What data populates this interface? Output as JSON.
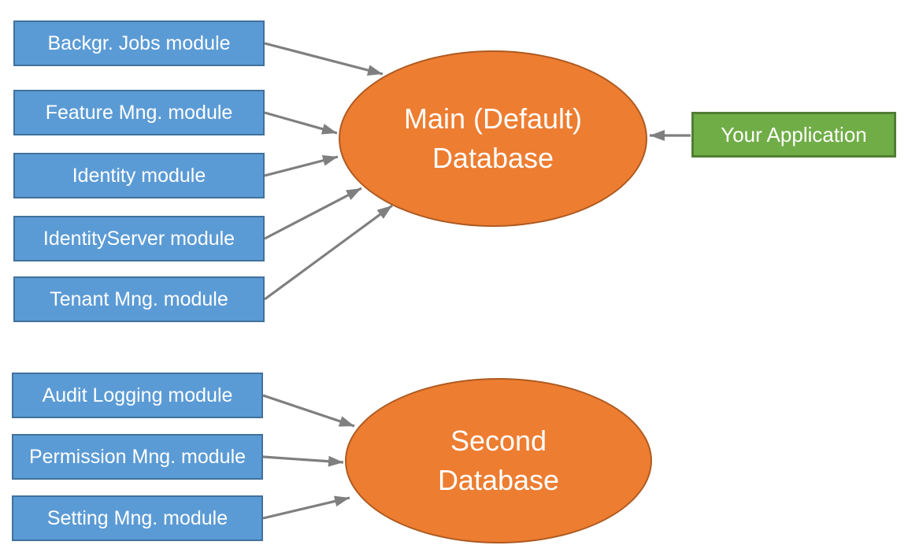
{
  "diagram": {
    "modules": [
      {
        "id": "backgr-jobs",
        "label": "Backgr. Jobs module"
      },
      {
        "id": "feature-mng",
        "label": "Feature Mng. module"
      },
      {
        "id": "identity",
        "label": "Identity module"
      },
      {
        "id": "identity-server",
        "label": "IdentityServer module"
      },
      {
        "id": "tenant-mng",
        "label": "Tenant Mng. module"
      },
      {
        "id": "audit-logging",
        "label": "Audit Logging module"
      },
      {
        "id": "permission-mng",
        "label": "Permission Mng. module"
      },
      {
        "id": "setting-mng",
        "label": "Setting Mng. module"
      }
    ],
    "databases": [
      {
        "id": "main-db",
        "label_line1": "Main (Default)",
        "label_line2": "Database"
      },
      {
        "id": "second-db",
        "label_line1": "Second",
        "label_line2": "Database"
      }
    ],
    "application": {
      "id": "your-app",
      "label": "Your Application"
    },
    "connections": [
      {
        "from": "backgr-jobs",
        "to": "main-db"
      },
      {
        "from": "feature-mng",
        "to": "main-db"
      },
      {
        "from": "identity",
        "to": "main-db"
      },
      {
        "from": "identity-server",
        "to": "main-db"
      },
      {
        "from": "tenant-mng",
        "to": "main-db"
      },
      {
        "from": "audit-logging",
        "to": "second-db"
      },
      {
        "from": "permission-mng",
        "to": "second-db"
      },
      {
        "from": "setting-mng",
        "to": "second-db"
      },
      {
        "from": "your-app",
        "to": "main-db"
      }
    ],
    "colors": {
      "module_fill": "#5B9BD5",
      "module_border": "#41719C",
      "database_fill": "#ED7D31",
      "database_border": "#AE5A21",
      "application_fill": "#70AD47",
      "application_border": "#507E32",
      "arrow": "#7F7F7F",
      "text": "#FFFFFF"
    }
  }
}
